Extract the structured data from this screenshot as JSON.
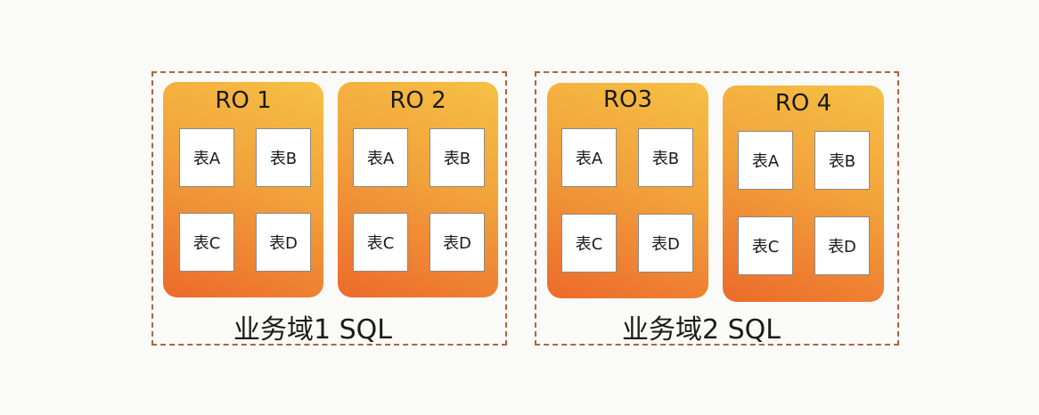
{
  "groups": [
    {
      "label": "业务域1 SQL",
      "nodes": [
        {
          "title": "RO 1",
          "tables": [
            "表A",
            "表B",
            "表C",
            "表D"
          ]
        },
        {
          "title": "RO 2",
          "tables": [
            "表A",
            "表B",
            "表C",
            "表D"
          ]
        }
      ]
    },
    {
      "label": "业务域2 SQL",
      "nodes": [
        {
          "title": "RO3",
          "tables": [
            "表A",
            "表B",
            "表C",
            "表D"
          ]
        },
        {
          "title": "RO 4",
          "tables": [
            "表A",
            "表B",
            "表C",
            "表D"
          ]
        }
      ]
    }
  ],
  "colors": {
    "border": "#b0643a",
    "node_top": "#f6c044",
    "node_bottom": "#ec6a2b"
  }
}
